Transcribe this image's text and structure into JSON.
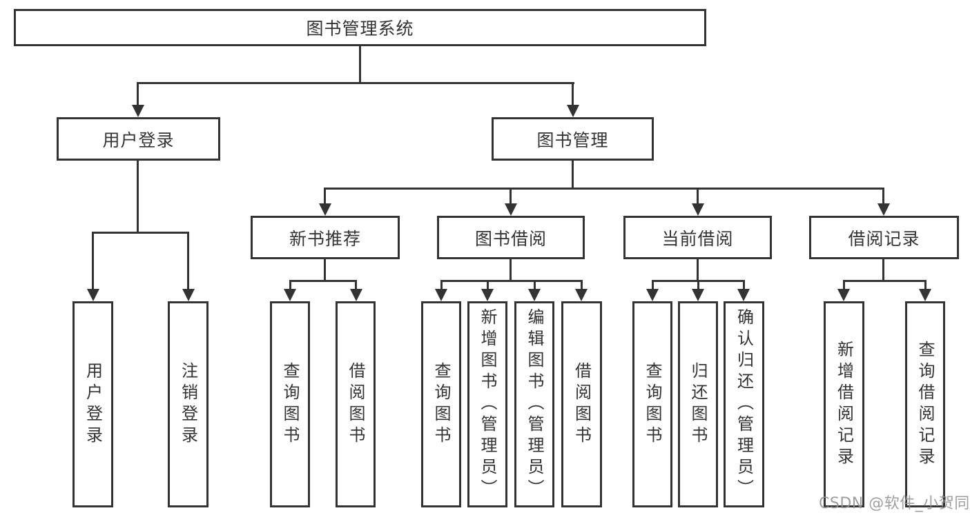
{
  "diagram": {
    "type": "feature-tree",
    "root": {
      "label": "图书管理系统"
    },
    "level2": [
      {
        "label": "用户登录"
      },
      {
        "label": "图书管理"
      }
    ],
    "level3": [
      {
        "label": "新书推荐",
        "parent": "图书管理"
      },
      {
        "label": "图书借阅",
        "parent": "图书管理"
      },
      {
        "label": "当前借阅",
        "parent": "图书管理"
      },
      {
        "label": "借阅记录",
        "parent": "图书管理"
      }
    ],
    "leaves": [
      {
        "label": "用户登录",
        "parent": "用户登录"
      },
      {
        "label": "注销登录",
        "parent": "用户登录"
      },
      {
        "label": "查询图书",
        "parent": "新书推荐"
      },
      {
        "label": "借阅图书",
        "parent": "新书推荐"
      },
      {
        "label": "查询图书",
        "parent": "图书借阅"
      },
      {
        "label": "新增图书（管理员）",
        "parent": "图书借阅"
      },
      {
        "label": "编辑图书（管理员）",
        "parent": "图书借阅"
      },
      {
        "label": "借阅图书",
        "parent": "图书借阅"
      },
      {
        "label": "查询图书",
        "parent": "当前借阅"
      },
      {
        "label": "归还图书",
        "parent": "当前借阅"
      },
      {
        "label": "确认归还（管理员）",
        "parent": "当前借阅"
      },
      {
        "label": "新增借阅记录",
        "parent": "借阅记录"
      },
      {
        "label": "查询借阅记录",
        "parent": "借阅记录"
      }
    ]
  },
  "watermark": {
    "text": "CSDN @软件_小贺同学",
    "color": "#919191"
  },
  "colors": {
    "line": "#333333",
    "text": "#333333",
    "background": "#ffffff"
  }
}
